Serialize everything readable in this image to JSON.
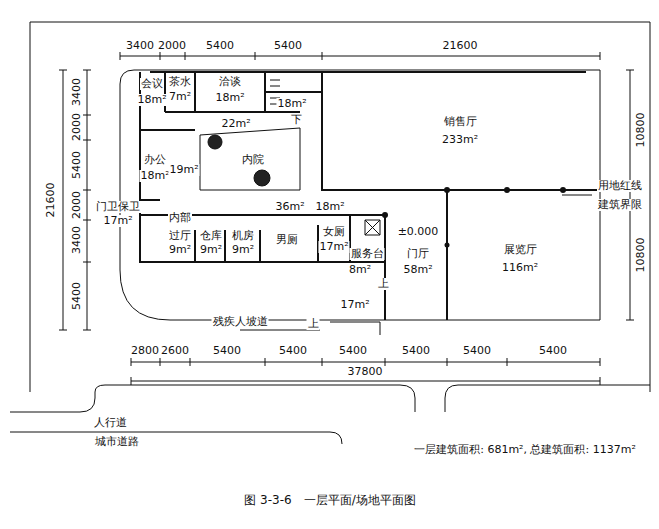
{
  "diagram": {
    "caption": "图 3-3-6　一层平面/场地平面图",
    "labels": [
      "3400",
      "2000",
      "5400",
      "5400",
      "21600",
      "3400",
      "2000",
      "5400",
      "2000",
      "3400",
      "5400",
      "21600",
      "10800",
      "10800",
      "2800",
      "2600",
      "5400",
      "5400",
      "5400",
      "5400",
      "5400",
      "5400",
      "37800",
      "会议",
      "18m²",
      "茶水",
      "7m²",
      "洽谈",
      "18m²",
      "18m²",
      "下",
      "22m²",
      "销售厅",
      "233m²",
      "办公",
      "18m²",
      "19m²",
      "内院",
      "门卫保卫",
      "17m²",
      "内部",
      "过厅",
      "9m²",
      "仓库",
      "9m²",
      "机房",
      "9m²",
      "36m²",
      "18m²",
      "男厕",
      "女厕",
      "17m²",
      "±0.000",
      "服务台",
      "8m²",
      "上",
      "门厅",
      "58m²",
      "展览厅",
      "116m²",
      "17m²",
      "残疾人坡道",
      "上",
      "用地红线",
      "建筑界限",
      "人行道",
      "城市道路",
      "一层建筑面积: 681m², 总建筑面积: 1137m²"
    ]
  }
}
